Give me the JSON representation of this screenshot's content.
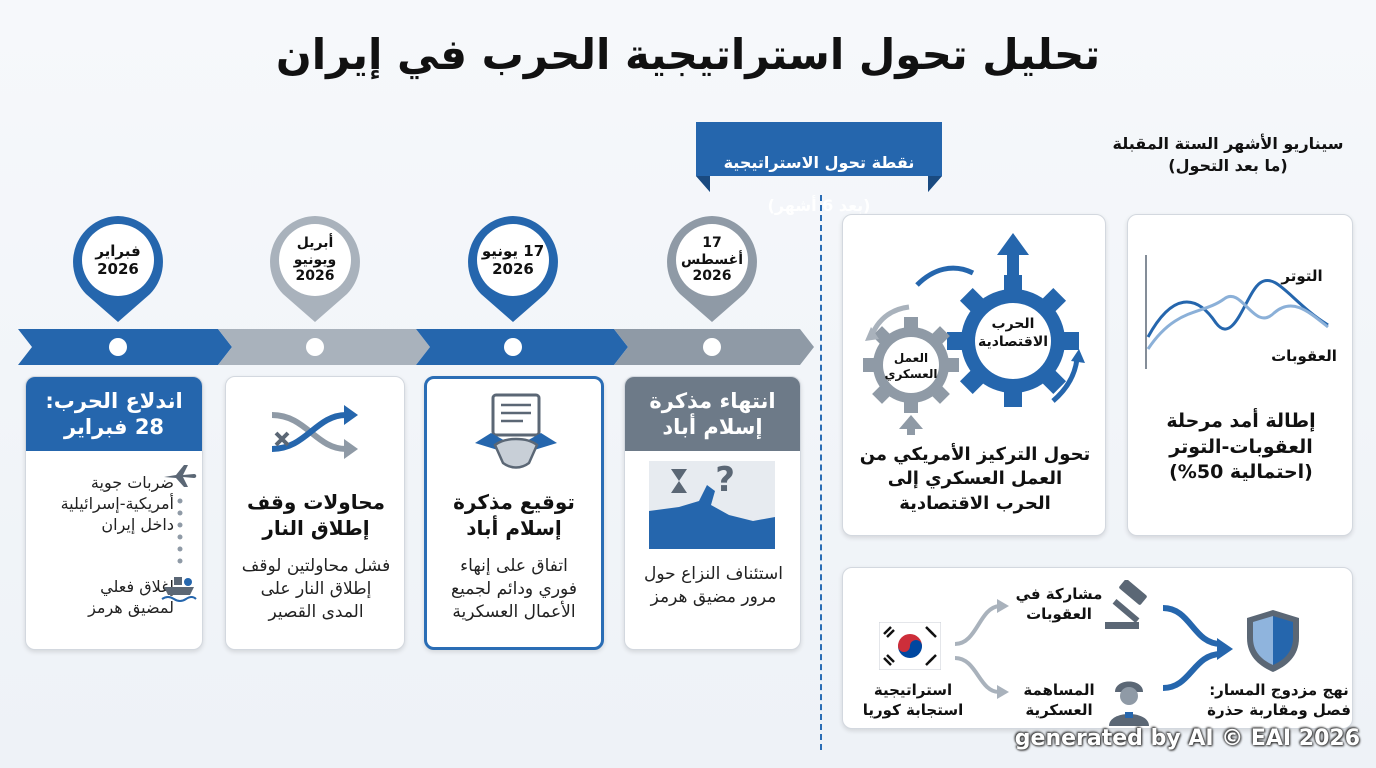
{
  "title": "تحليل تحول استراتيجية الحرب في إيران",
  "turning_point": {
    "line1": "نقطة تحول الاستراتيجية",
    "line2": "(بعد 6 أشهر)"
  },
  "scenario": {
    "heading": "سيناريو الأشهر الستة المقبلة\n(ما بعد التحول)",
    "chart_label_tension": "التوتر",
    "chart_label_sanctions": "العقوبات",
    "text": "إطالة أمد مرحلة\nالعقوبات-التوتر\n(احتمالية 50%)"
  },
  "shift": {
    "gear_big": "الحرب\nالاقتصادية",
    "gear_small": "العمل\nالعسكري",
    "text": "تحول التركيز الأمريكي من\nالعمل العسكري إلى\nالحرب الاقتصادية"
  },
  "korea": {
    "label": "استراتيجية\nاستجابة كوريا",
    "opt_sanctions": "مشاركة في\nالعقوبات",
    "opt_military": "المساهمة\nالعسكرية",
    "result": "نهج مزدوج المسار:\nفصل ومقاربة حذرة"
  },
  "timeline": [
    {
      "date": "فبراير\n2026",
      "head": "اندلاع الحرب:\n28 فبراير",
      "item1": "ضربات جوية\nأمريكية-إسرائيلية\nداخل إيران",
      "item2": "إغلاق فعلي\nلمضيق هرمز"
    },
    {
      "date": "أبريل\nويونيو\n2026",
      "title": "محاولات وقف\nإطلاق النار",
      "body": "فشل محاولتين لوقف\nإطلاق النار على\nالمدى القصير"
    },
    {
      "date": "17 يونيو\n2026",
      "title": "توقيع مذكرة\nإسلام أباد",
      "body": "اتفاق على إنهاء\nفوري ودائم لجميع\nالأعمال العسكرية"
    },
    {
      "date": "17 أغسطس\n2026",
      "head": "انتهاء مذكرة\nإسلام أباد",
      "body": "استئناف النزاع حول\nمرور مضيق هرمز"
    }
  ],
  "watermark": "generated by AI © EAI 2026",
  "colors": {
    "blue": "#2566ad",
    "gray": "#6d7a88",
    "light_gray": "#a9b2bc"
  }
}
